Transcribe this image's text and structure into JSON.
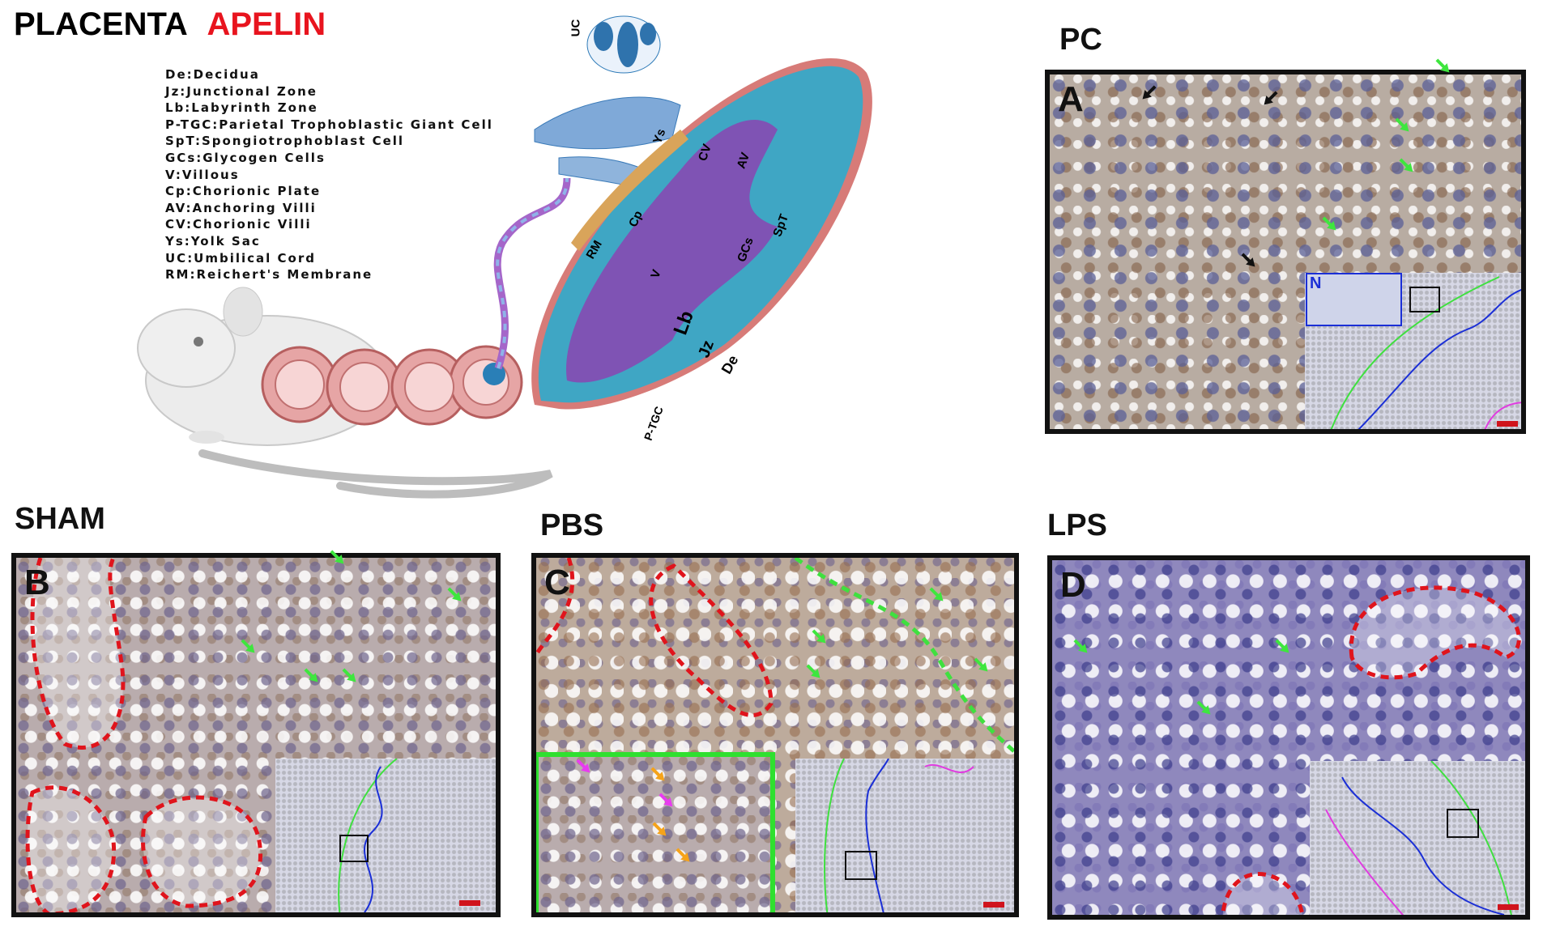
{
  "figure": {
    "title_black": "PLACENTA",
    "title_red": "APELIN",
    "legend": [
      "De:Decidua",
      "Jz:Junctional Zone",
      "Lb:Labyrinth Zone",
      "P-TGC:Parietal Trophoblastic Giant Cell",
      "SpT:Spongiotrophoblast Cell",
      "GCs:Glycogen Cells",
      "V:Villous",
      "Cp:Chorionic Plate",
      "AV:Anchoring Villi",
      "CV:Chorionic Villi",
      "Ys:Yolk Sac",
      "UC:Umbilical Cord",
      "RM:Reichert's Membrane"
    ],
    "diagram_labels": {
      "uc": "UC",
      "ys": "Ys",
      "cv": "CV",
      "av": "AV",
      "rm": "RM",
      "cp": "Cp",
      "spt": "SpT",
      "gcs": "GCs",
      "v": "V",
      "lb": "Lb",
      "jz": "Jz",
      "de": "De",
      "ptgc": "P-TGC"
    },
    "groups": {
      "pc": "PC",
      "sham": "SHAM",
      "pbs": "PBS",
      "lps": "LPS"
    },
    "panels": {
      "a": "A",
      "b": "B",
      "c": "C",
      "d": "D",
      "n": "N"
    },
    "colors": {
      "title_red": "#e8141e",
      "dashed_red": "#e0141c",
      "arrow_green": "#3ee63e",
      "arrow_black": "#111111",
      "arrow_orange": "#f5a31a",
      "arrow_magenta": "#e83cf0",
      "inset_box_green": "#2fe02f"
    }
  }
}
